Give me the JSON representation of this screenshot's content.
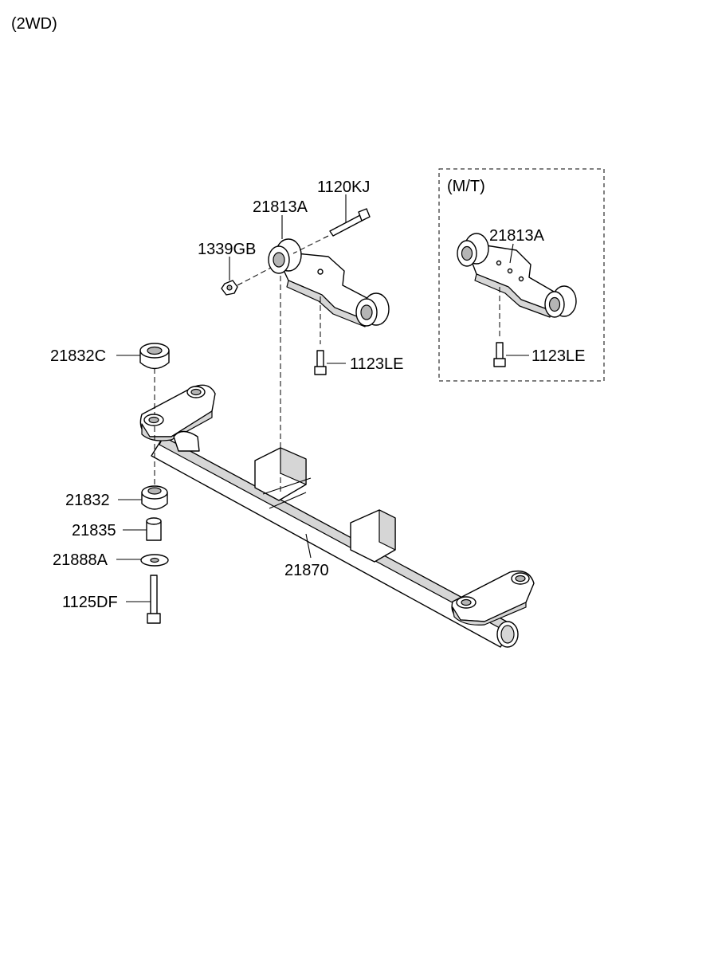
{
  "header": {
    "variant": "(2WD)"
  },
  "inset": {
    "title": "(M/T)"
  },
  "labels": {
    "bolt_1120KJ": "1120KJ",
    "bracket_21813A": "21813A",
    "nut_1339GB": "1339GB",
    "bolt_1123LE": "1123LE",
    "bushing_21832C": "21832C",
    "bushing_21832": "21832",
    "sleeve_21835": "21835",
    "washer_21888A": "21888A",
    "bolt_1125DF": "1125DF",
    "crossmember_21870": "21870",
    "inset_bracket_21813A": "21813A",
    "inset_bolt_1123LE": "1123LE"
  }
}
